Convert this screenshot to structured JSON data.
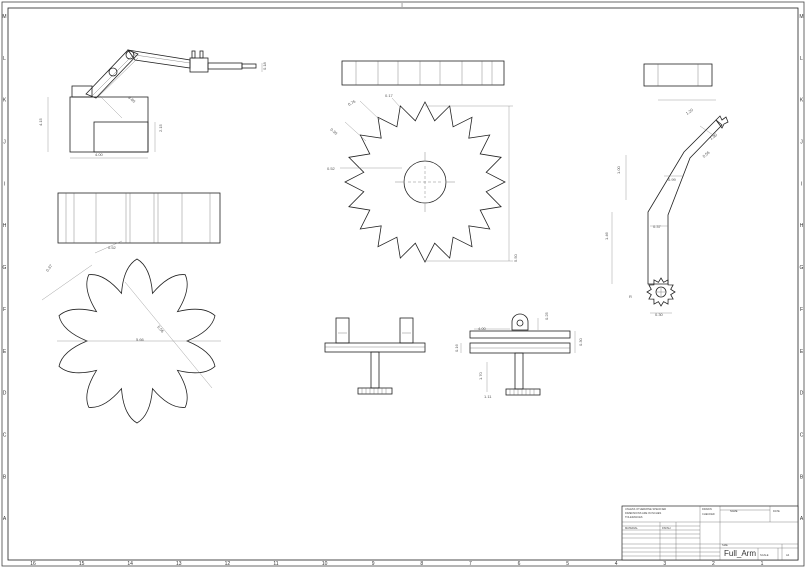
{
  "drawing": {
    "title": "Full_Arm",
    "sheet_size": "A4",
    "zones": {
      "rows": [
        "M",
        "L",
        "K",
        "J",
        "I",
        "H",
        "G",
        "F",
        "E",
        "D",
        "C",
        "B",
        "A"
      ],
      "columns": [
        "16",
        "15",
        "14",
        "13",
        "12",
        "11",
        "10",
        "9",
        "8",
        "7",
        "6",
        "5",
        "4",
        "3",
        "2",
        "1"
      ]
    }
  },
  "views": {
    "arm_assembly": {
      "dims": [
        "4.15",
        "3.80",
        "2.15",
        "0.18",
        "4.00"
      ]
    },
    "gear_large": {
      "dims": [
        "0.76",
        "0.17",
        "0.30",
        "0.52",
        "5.50"
      ]
    },
    "gear_star": {
      "dims": [
        "0.52",
        "0.37",
        "5.66",
        "5.56"
      ]
    },
    "link_arm": {
      "dims": [
        "1.20",
        "1.00",
        "1.00",
        "0.56",
        "0.99",
        "0.37",
        "1.46",
        "0.30"
      ]
    },
    "base_side": {
      "dims": [
        "4.00",
        "0.25",
        "0.16",
        "0.30",
        "1.70",
        "1.11"
      ]
    }
  },
  "title_block": {
    "name_label": "Full_Arm",
    "rev": "A4"
  }
}
